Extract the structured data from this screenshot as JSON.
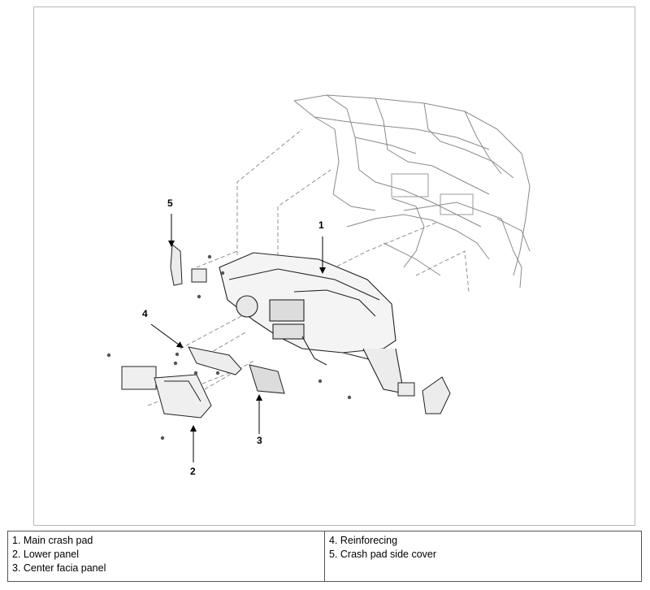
{
  "callouts": [
    "1",
    "2",
    "3",
    "4",
    "5"
  ],
  "legend": {
    "left": [
      "1. Main crash pad",
      "2. Lower panel",
      "3. Center facia panel"
    ],
    "right": [
      "4. Reinforecing",
      "5. Crash pad side cover"
    ]
  }
}
